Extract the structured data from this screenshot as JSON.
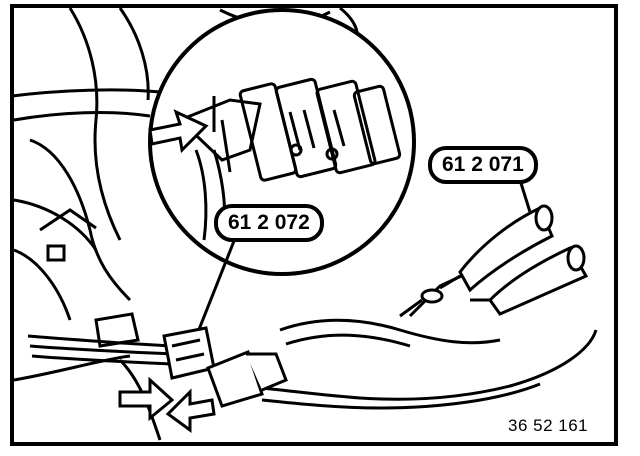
{
  "labels": {
    "part_a": "61 2 072",
    "part_b": "61 2 071"
  },
  "figure_number": "36 52 161",
  "colors": {
    "ink": "#000000",
    "paper": "#ffffff"
  }
}
